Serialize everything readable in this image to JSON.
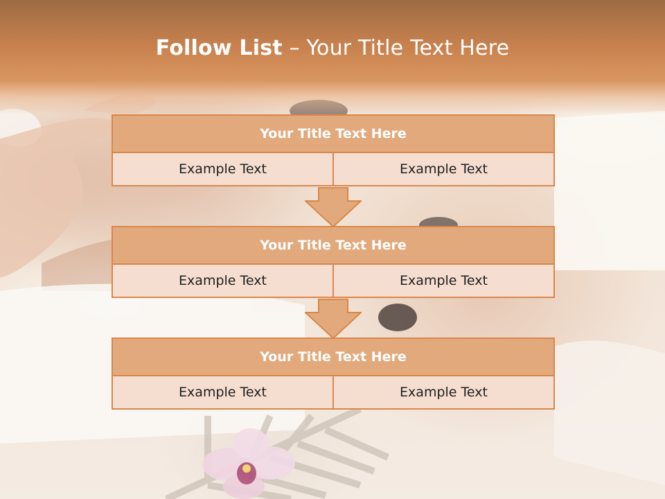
{
  "title": {
    "bold": "Follow List",
    "rest": " – Your Title Text Here"
  },
  "steps": [
    {
      "title": "Your Title Text Here",
      "cells": [
        "Example Text",
        "Example Text"
      ]
    },
    {
      "title": "Your Title Text Here",
      "cells": [
        "Example Text",
        "Example Text"
      ]
    },
    {
      "title": "Your Title Text Here",
      "cells": [
        "Example Text",
        "Example Text"
      ]
    }
  ],
  "colors": {
    "header": "#c8814e",
    "box_fill": "#e2a97c",
    "box_border": "#d9874a",
    "cell_fill": "#f5ddd0",
    "arrow_fill": "#e2a97c"
  }
}
